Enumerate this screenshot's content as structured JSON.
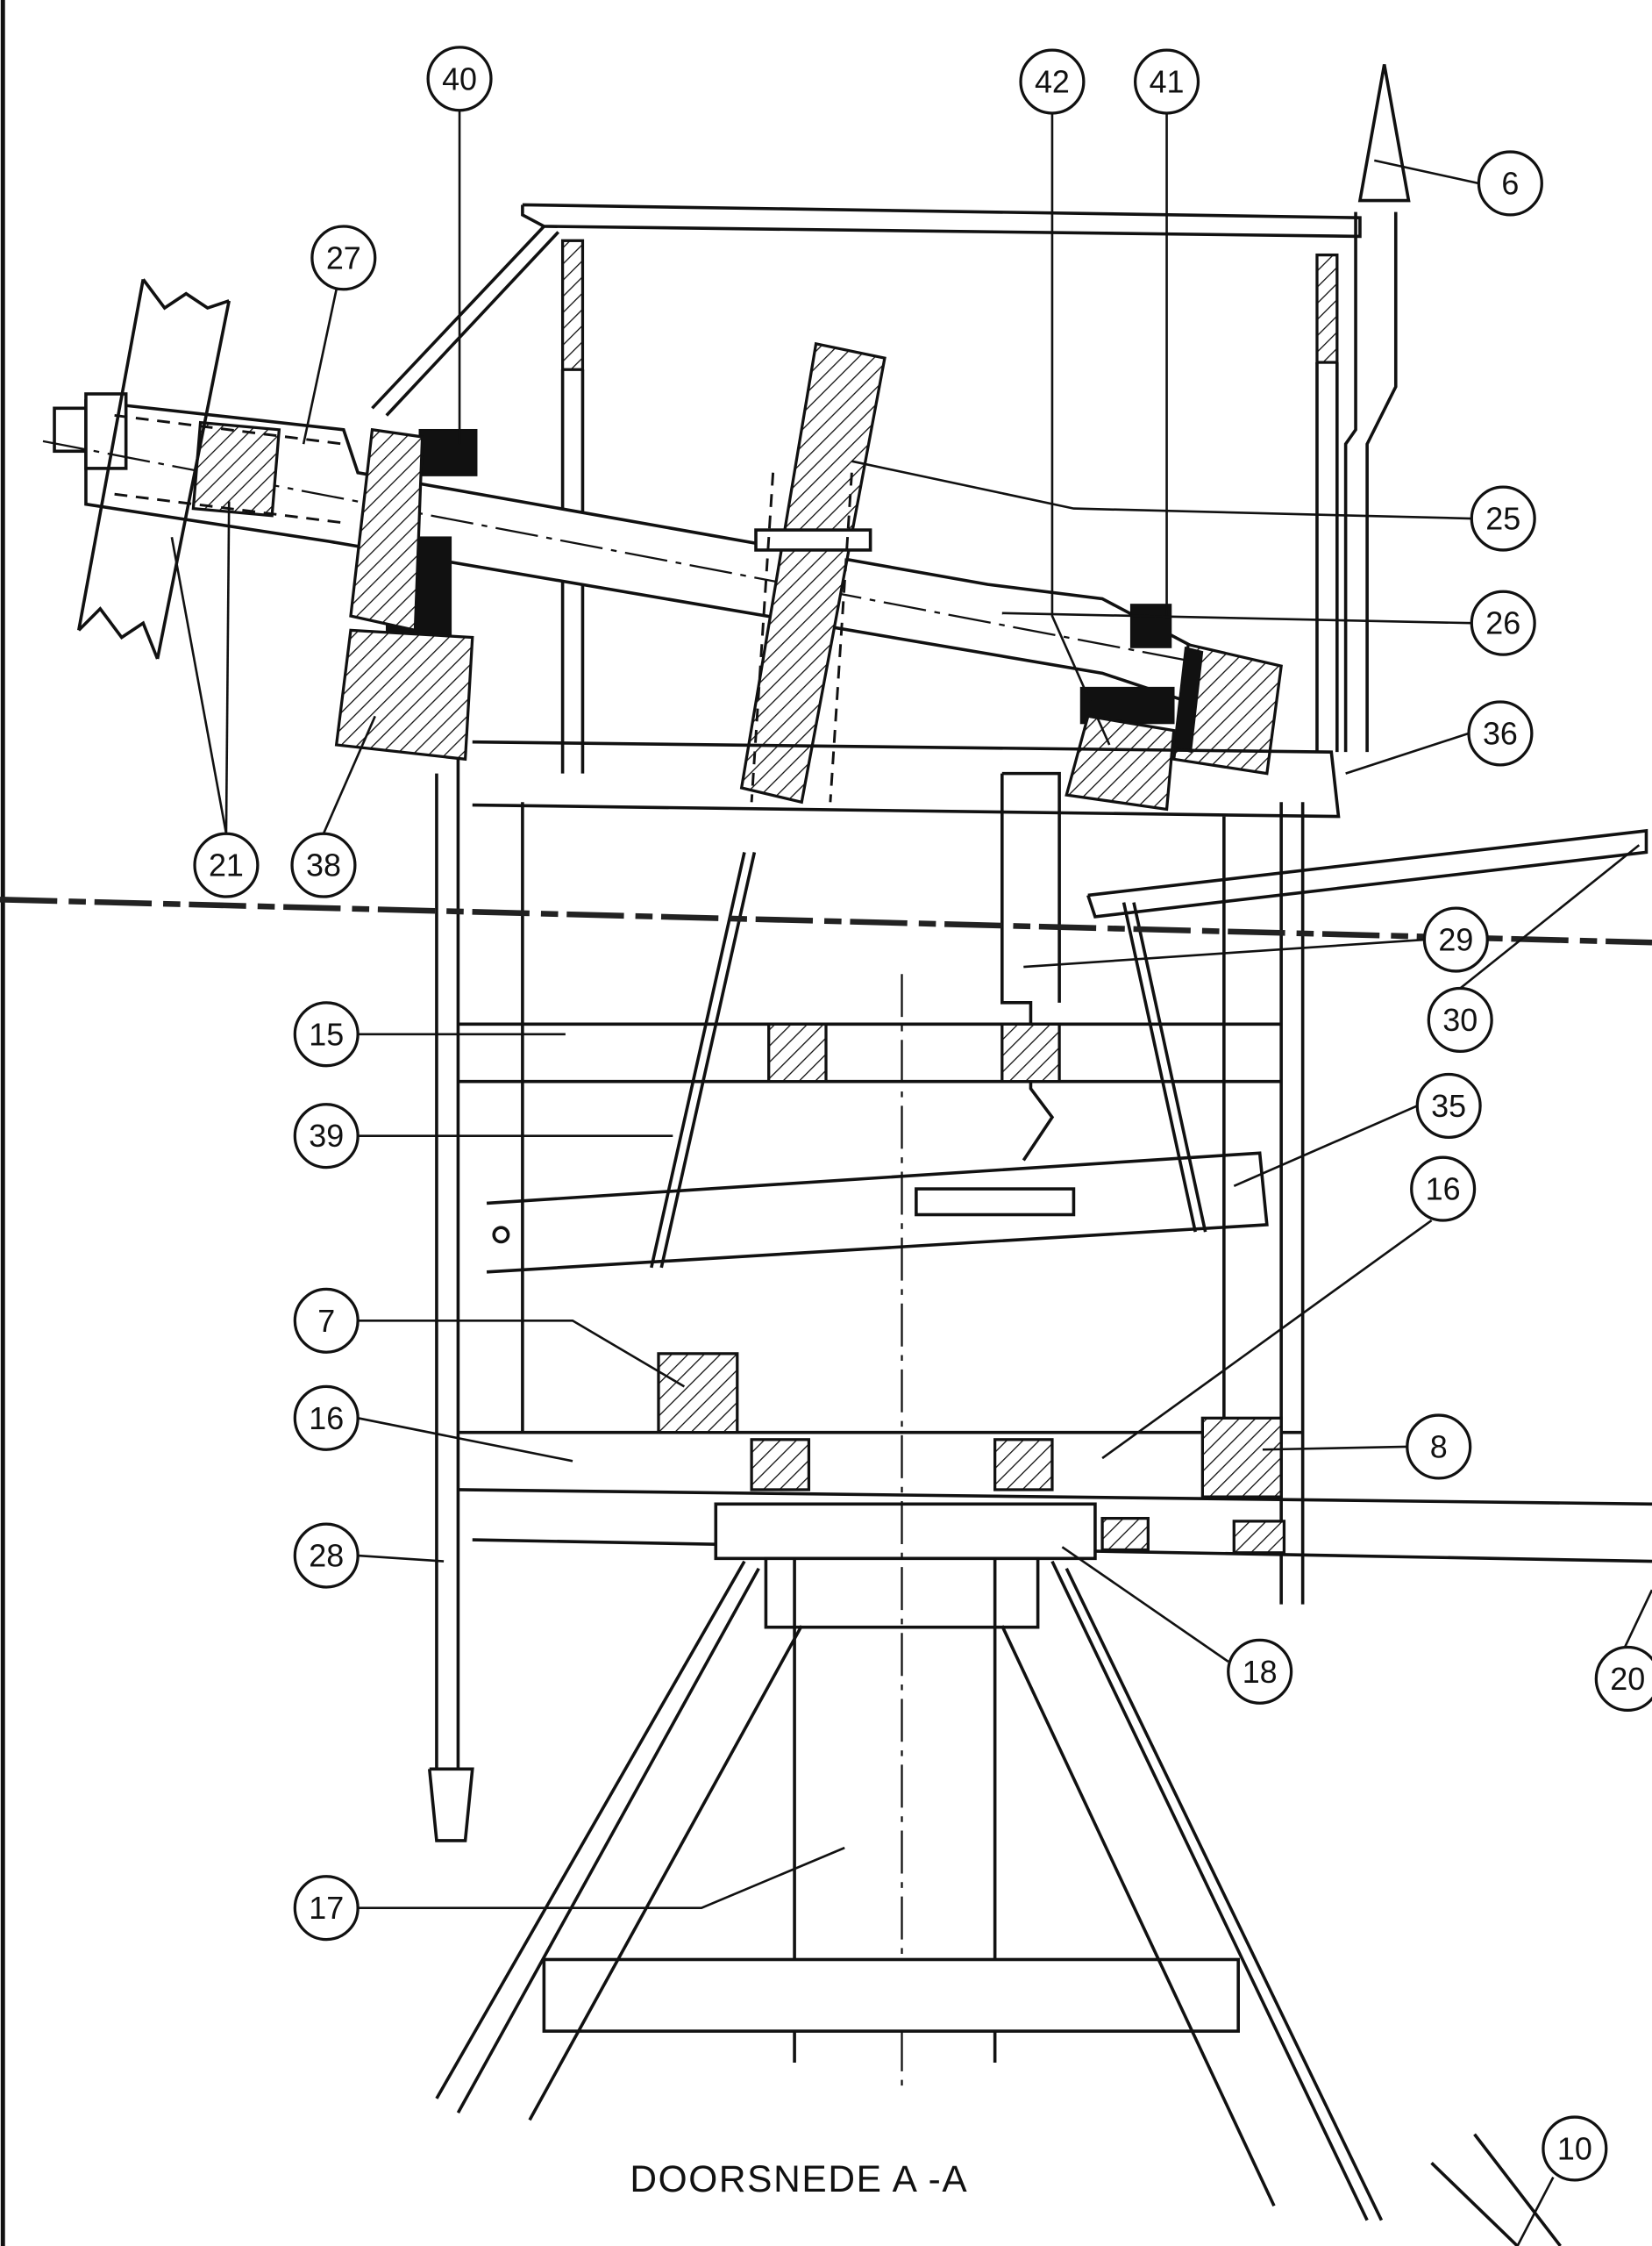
{
  "title": "DOORSNEDE A -A",
  "callouts": [
    "40",
    "42",
    "41",
    "6",
    "27",
    "25",
    "26",
    "36",
    "21",
    "38",
    "29",
    "30",
    "15",
    "39",
    "35",
    "16",
    "7",
    "16",
    "8",
    "28",
    "18",
    "20",
    "17",
    "10"
  ]
}
